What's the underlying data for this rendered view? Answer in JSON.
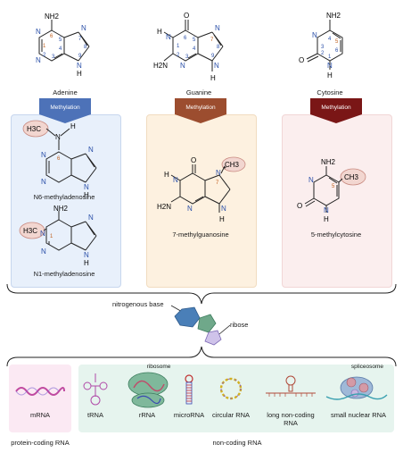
{
  "bases": {
    "adenine": "Adenine",
    "guanine": "Guanine",
    "cytosine": "Cytosine"
  },
  "methylation": {
    "label": "Methylation",
    "colors": {
      "adenine": "#4d72b8",
      "guanine": "#9c4d2f",
      "cytosine": "#7a1616"
    }
  },
  "products": {
    "n6": "N6-methyladenosine",
    "n1": "N1-methyladenosine",
    "g7": "7-methylguanosine",
    "c5": "5-methylcytosine"
  },
  "atoms": {
    "n": "N",
    "h": "H",
    "o": "O",
    "nh2": "NH2",
    "h2n": "H2N",
    "ch3": "CH3",
    "h3c": "H3C",
    "plus": "+"
  },
  "ring_numbers": [
    "1",
    "2",
    "3",
    "4",
    "5",
    "6",
    "7",
    "8",
    "9"
  ],
  "nucleotide": {
    "base": "nitrogenous base",
    "ribose": "ribose"
  },
  "rna": {
    "mrna": "mRNA",
    "trna": "tRNA",
    "rrna": "rRNA",
    "ribosome": "ribosome",
    "microrna": "microRNA",
    "circular": "circular RNA",
    "lnc_line1": "long non-coding",
    "lnc_line2": "RNA",
    "small_nuclear": "small nuclear  RNA",
    "spliceosome": "spliceosome",
    "protein_coding": "protein-coding RNA",
    "non_coding": "non-coding RNA"
  },
  "panel_colors": {
    "adenine_bg": "#e8f0fb",
    "guanine_bg": "#fdf1e0",
    "cytosine_bg": "#fbeeee",
    "mrna_bg": "#fbe9f3",
    "noncoding_bg": "#e6f4ee",
    "methyl_blob": "#f2d6d0"
  }
}
